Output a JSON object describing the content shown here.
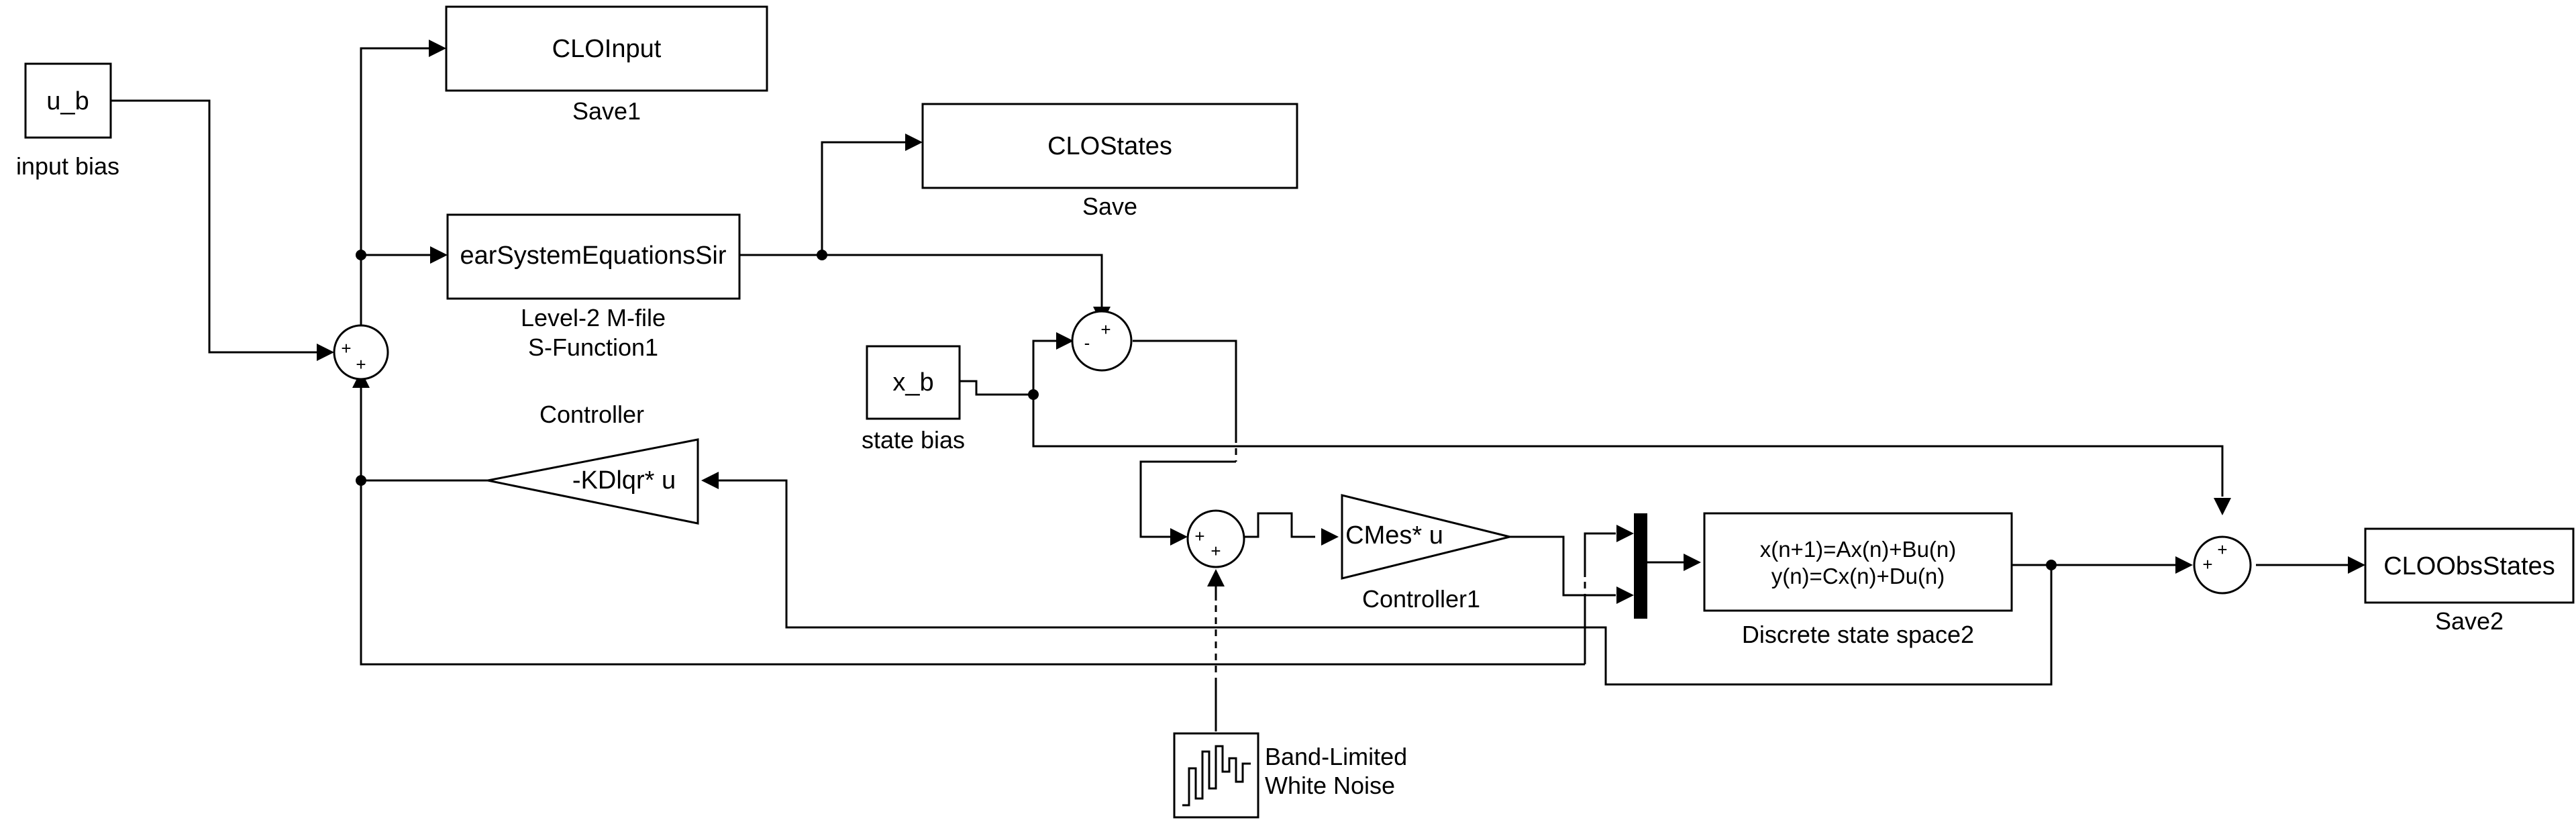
{
  "blocks": {
    "u_b": {
      "text": "u_b",
      "label": "input bias"
    },
    "clo_input": {
      "text": "CLOInput",
      "label": "Save1"
    },
    "clo_states": {
      "text": "CLOStates",
      "label": "Save"
    },
    "sfunction": {
      "text": "earSystemEquationsSir",
      "label_line1": "Level-2 M-file",
      "label_line2": "S-Function1"
    },
    "x_b": {
      "text": "x_b",
      "label": "state bias"
    },
    "controller": {
      "text": "-KDlqr* u",
      "label": "Controller"
    },
    "controller1": {
      "text": "CMes* u",
      "label": "Controller1"
    },
    "discrete_ss": {
      "line1": "x(n+1)=Ax(n)+Bu(n)",
      "line2": "y(n)=Cx(n)+Du(n)",
      "label": "Discrete state space2"
    },
    "clo_obs_states": {
      "text": "CLOObsStates",
      "label": "Save2"
    },
    "noise": {
      "label_line1": "Band-Limited",
      "label_line2": "White Noise"
    }
  },
  "sums": {
    "sum1": {
      "top": "+",
      "bottom": "+"
    },
    "sum2": {
      "top": "+",
      "bottom": "-"
    },
    "sum3": {
      "top": "+",
      "bottom": "+"
    },
    "sum4": {
      "top": "+",
      "bottom": "+"
    }
  }
}
